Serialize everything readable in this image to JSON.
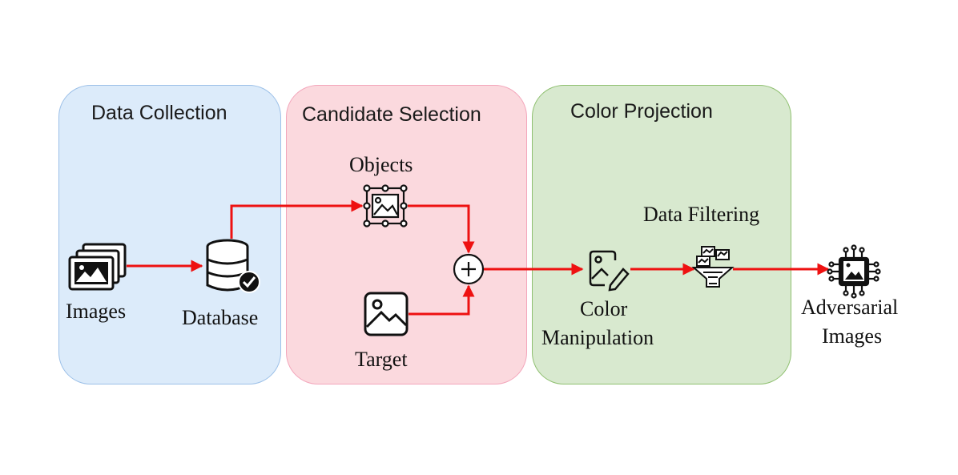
{
  "panels": {
    "data_collection": {
      "title": "Data Collection",
      "color": "#dcebfa",
      "border": "#9cc0e8"
    },
    "candidate_selection": {
      "title": "Candidate Selection",
      "color": "#fbd9de",
      "border": "#f3a6bb"
    },
    "color_projection": {
      "title": "Color Projection",
      "color": "#d8e9cf",
      "border": "#8fc070"
    }
  },
  "nodes": {
    "images": {
      "label": "Images",
      "icon": "image-stack-icon"
    },
    "database": {
      "label": "Database",
      "icon": "database-check-icon"
    },
    "objects": {
      "label": "Objects",
      "icon": "object-selection-icon"
    },
    "target": {
      "label": "Target",
      "icon": "picture-icon"
    },
    "combine": {
      "icon": "plus-circle-icon"
    },
    "color_manipulation": {
      "label_line1": "Color",
      "label_line2": "Manipulation",
      "icon": "image-edit-icon"
    },
    "data_filtering": {
      "label": "Data Filtering",
      "icon": "funnel-filter-icon"
    },
    "adversarial": {
      "label_line1": "Adversarial",
      "label_line2": "Images",
      "icon": "ai-chip-image-icon"
    }
  },
  "arrow_color": "#ee1111"
}
